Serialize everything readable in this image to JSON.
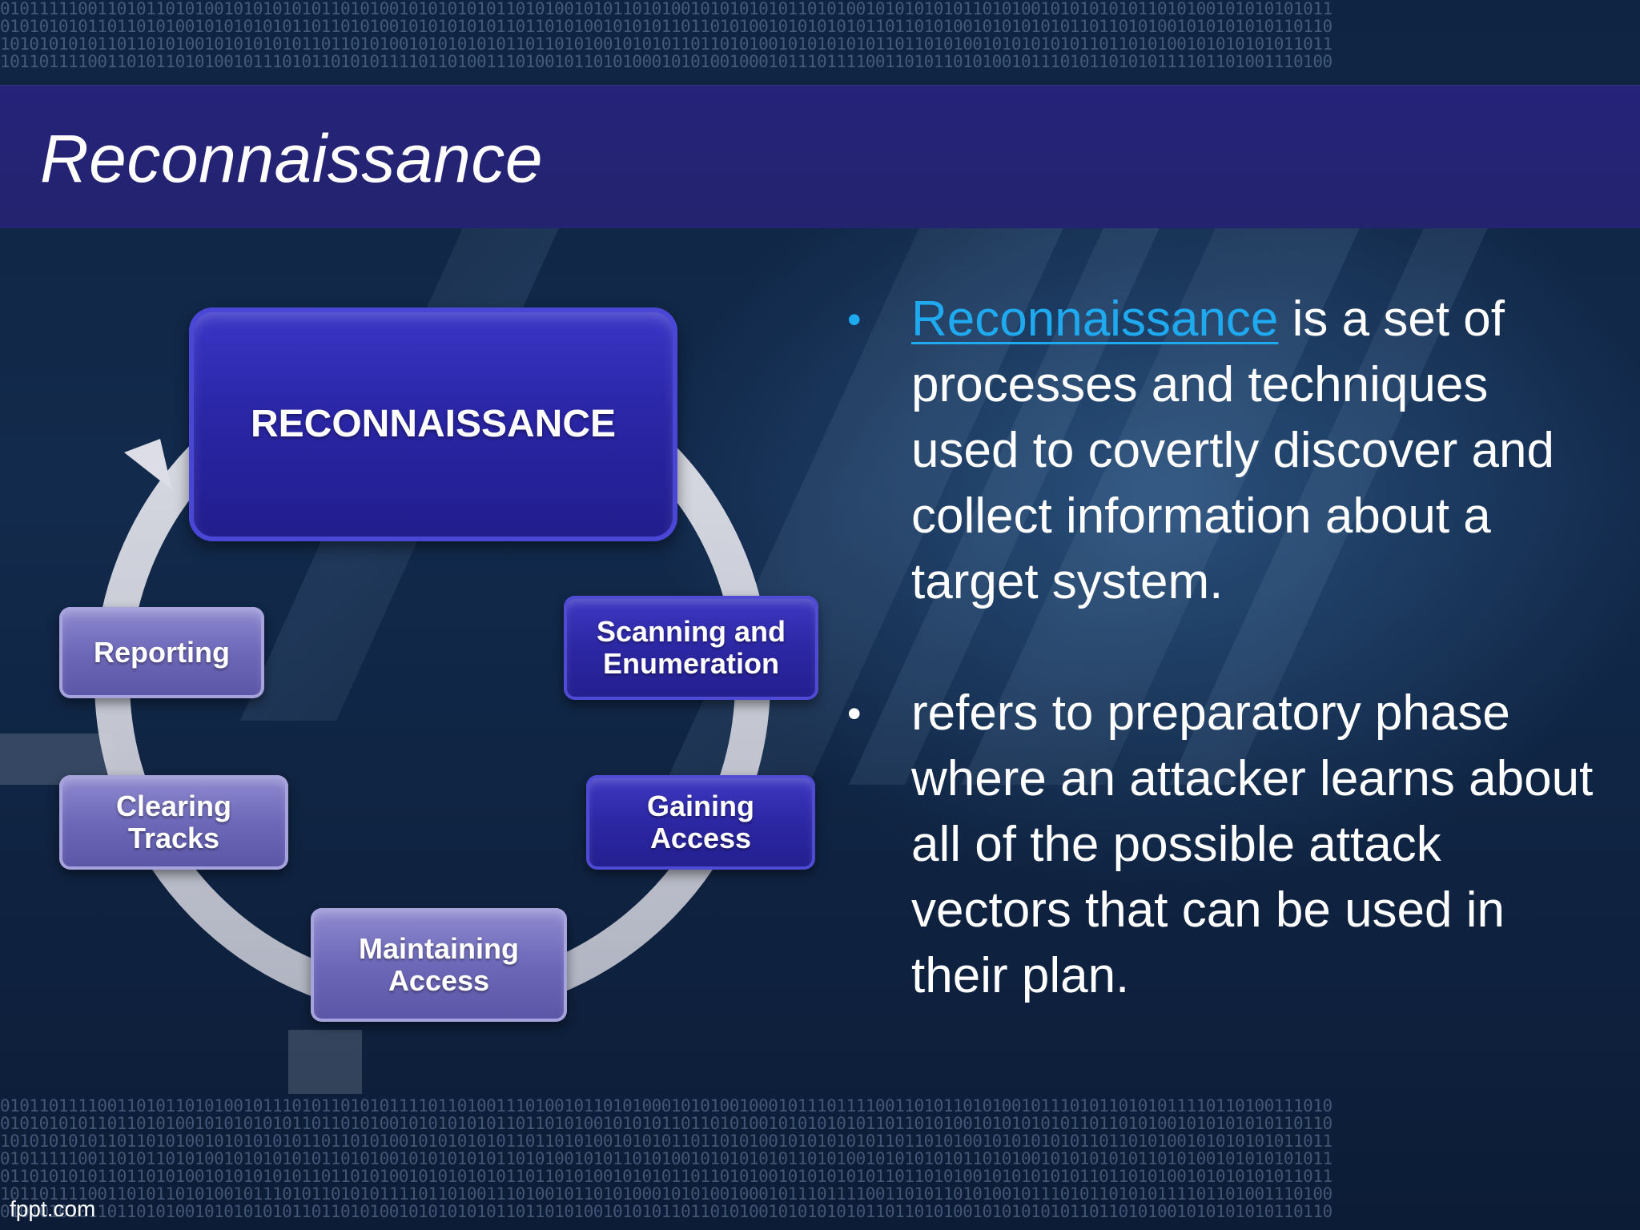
{
  "slide": {
    "title": "Reconnaissance",
    "footer": "fppt.com"
  },
  "cycle": {
    "main": "RECONNAISSANCE",
    "steps": [
      "Scanning and Enumeration",
      "Gaining Access",
      "Maintaining Access",
      "Clearing Tracks",
      "Reporting"
    ]
  },
  "bullets": [
    {
      "link_text": "Reconnaissance",
      "text": " is a set of processes and techniques used to covertly discover and collect information about a target system."
    },
    {
      "text": "refers to preparatory phase where an attacker learns about all of the possible attack vectors that can be used in their plan."
    }
  ],
  "colors": {
    "title_bar": "#25237a",
    "main_node": "#2a26a6",
    "blue_node": "#2c27a3",
    "violet_node": "#6d68b8",
    "link": "#1fa9ef",
    "text": "#ffffff"
  },
  "binary_rows": {
    "top": [
      "01011111001101011010100101010101011010100101010101011010100101011010100101010101011010100101010101011010100101010101011010100101010101011",
      "01010101011011010100101010101011011010100101010101011011010100101010110110101001010101010110110101001010101010110110101001010101010110110",
      "10101010101101101010010101010101101101010010101010101101101010010101011011010100101010101011011010100101010101011011010100101010101011011",
      "10110111100110101101010010111010110101011110110100111010010110101000101010010001011101111001101011010100101110101101010111101101001110100"
    ],
    "bottom": [
      "01011011110011010110101001011101011010101111011010011101001011010100010101001000101110111100110101101010010111010110101011110110100111010",
      "01010101011011010100101010101011011010100101010101011011010100101010110110101001010101010110110101001010101010110110101001010101010110110",
      "10101010101101101010010101010101101101010010101010101101101010010101011011010100101010101011011010100101010101011011010100101010101011011",
      "01011111001101011010100101010101011010100101010101011010100101011010100101010101011010100101010101011010100101010101011010100101010101011",
      "01101010101101101010010101010101101101010010101010101101101010010101011011010100101010101011011010100101010101011011010100101010101011011",
      "10110111100110101101010010111010110101011110110100111010010110101000101010010001011101111001101011010100101110101101010111101101001110100",
      "01010101011011010100101010101011011010100101010101011011010100101010110110101001010101010110110101001010101010110110101001010101010110110"
    ]
  }
}
